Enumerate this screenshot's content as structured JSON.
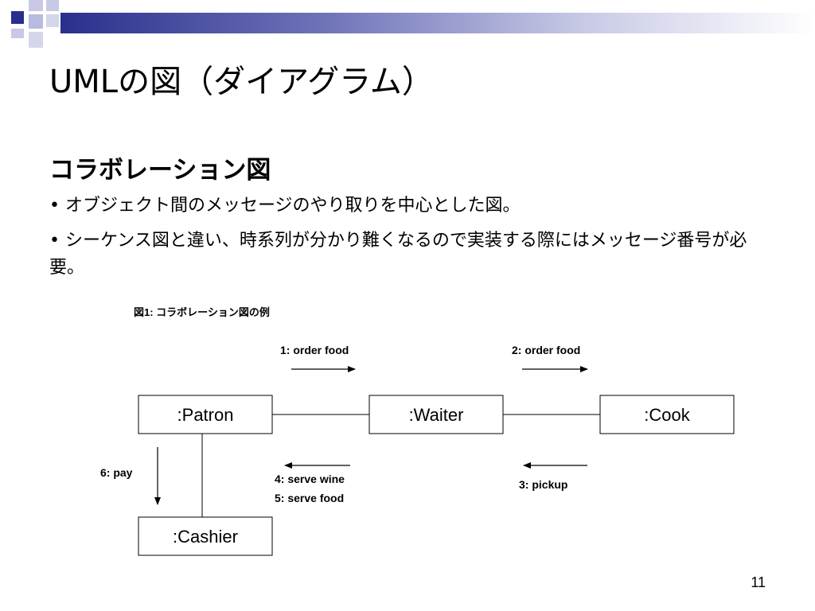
{
  "slide": {
    "title": "UMLの図（ダイアグラム）",
    "subtitle": "コラボレーション図",
    "bullets": [
      "• オブジェクト間のメッセージのやり取りを中心とした図。",
      "• シーケンス図と違い、時系列が分かり難くなるので実装する際にはメッセージ番号が必要。"
    ],
    "page_number": "11"
  },
  "diagram": {
    "caption": "図1: コラボレーション図の例",
    "objects": {
      "patron": ":Patron",
      "waiter": ":Waiter",
      "cook": ":Cook",
      "cashier": ":Cashier"
    },
    "messages": {
      "order_food_1": "1: order food",
      "order_food_2": "2: order food",
      "pickup": "3: pickup",
      "serve_wine": "4: serve wine",
      "serve_food": "5: serve food",
      "pay": "6: pay"
    }
  },
  "colors": {
    "accent_dark": "#2a2f8c",
    "accent_light": "#b8bbe0"
  }
}
